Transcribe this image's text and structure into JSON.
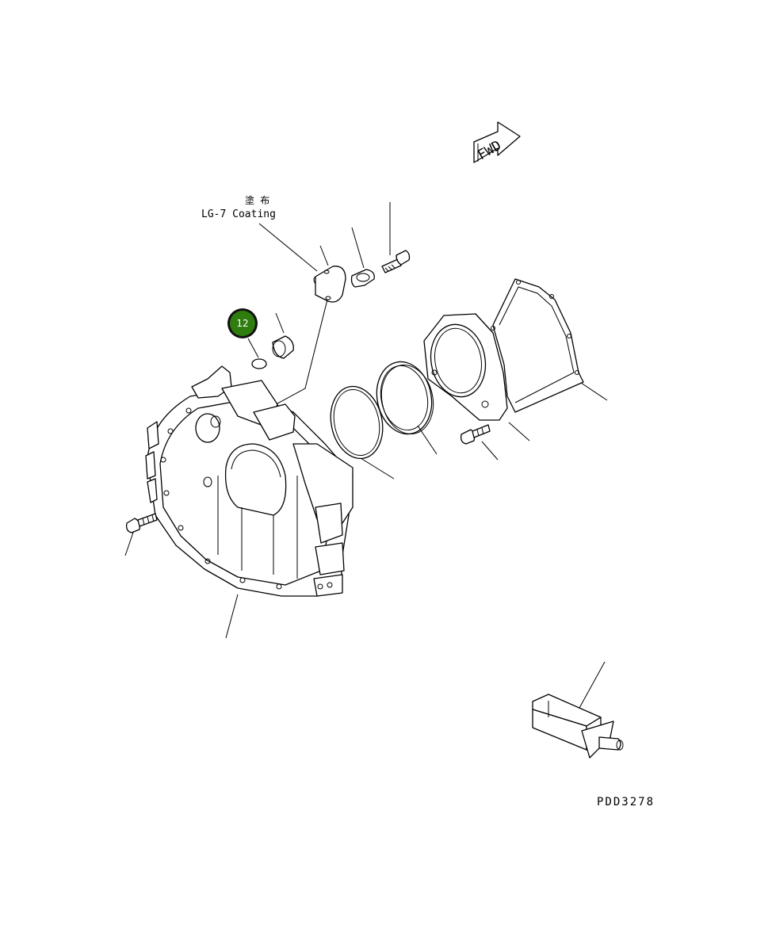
{
  "annotation": {
    "jp": "塗 布",
    "en": "LG-7 Coating"
  },
  "fwd_label": "FWD",
  "callout": {
    "number": "12",
    "color": "#2e7d0e",
    "ring_color": "#111111"
  },
  "drawing_code": "PDD3278"
}
